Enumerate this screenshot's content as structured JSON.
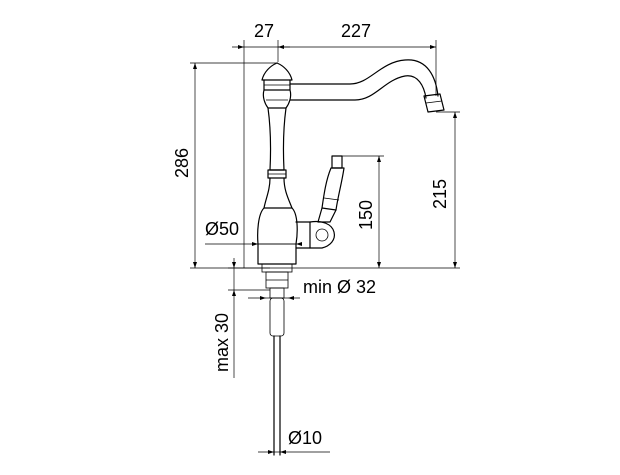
{
  "dimensions": {
    "top_left": "27",
    "top_right": "227",
    "total_height": "286",
    "outlet_height": "215",
    "lever_height": "150",
    "base_diameter": "Ø50",
    "hole_diameter": "min Ø 32",
    "deck_thickness": "max 30",
    "hose_diameter": "Ø10"
  }
}
